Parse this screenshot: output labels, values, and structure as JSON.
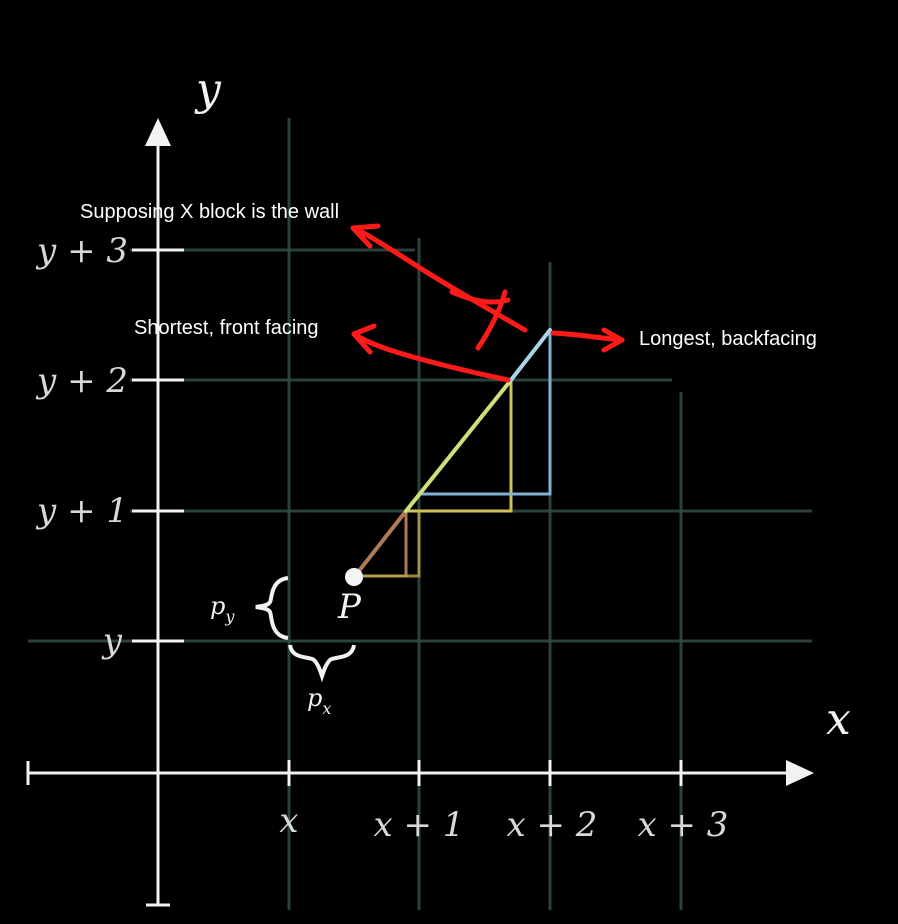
{
  "axes": {
    "x_label": "x",
    "y_label": "y",
    "x_ticks": [
      "x",
      "x + 1",
      "x + 2",
      "x + 3"
    ],
    "y_ticks": [
      "y",
      "y + 1",
      "y + 2",
      "y + 3"
    ]
  },
  "point": {
    "label": "P",
    "px_label": "p",
    "px_sub": "x",
    "py_label": "p",
    "py_sub": "y"
  },
  "annotations": {
    "wall": "Supposing X block is the wall",
    "shortest": "Shortest, front facing",
    "longest": "Longest, backfacing"
  },
  "colors": {
    "grid": "#2f4a44",
    "ray_brown": "#b07a55",
    "ray_yellow": "#cfc25a",
    "ray_blue": "#7fb3cf",
    "annotation_red": "#ff1a1a"
  }
}
